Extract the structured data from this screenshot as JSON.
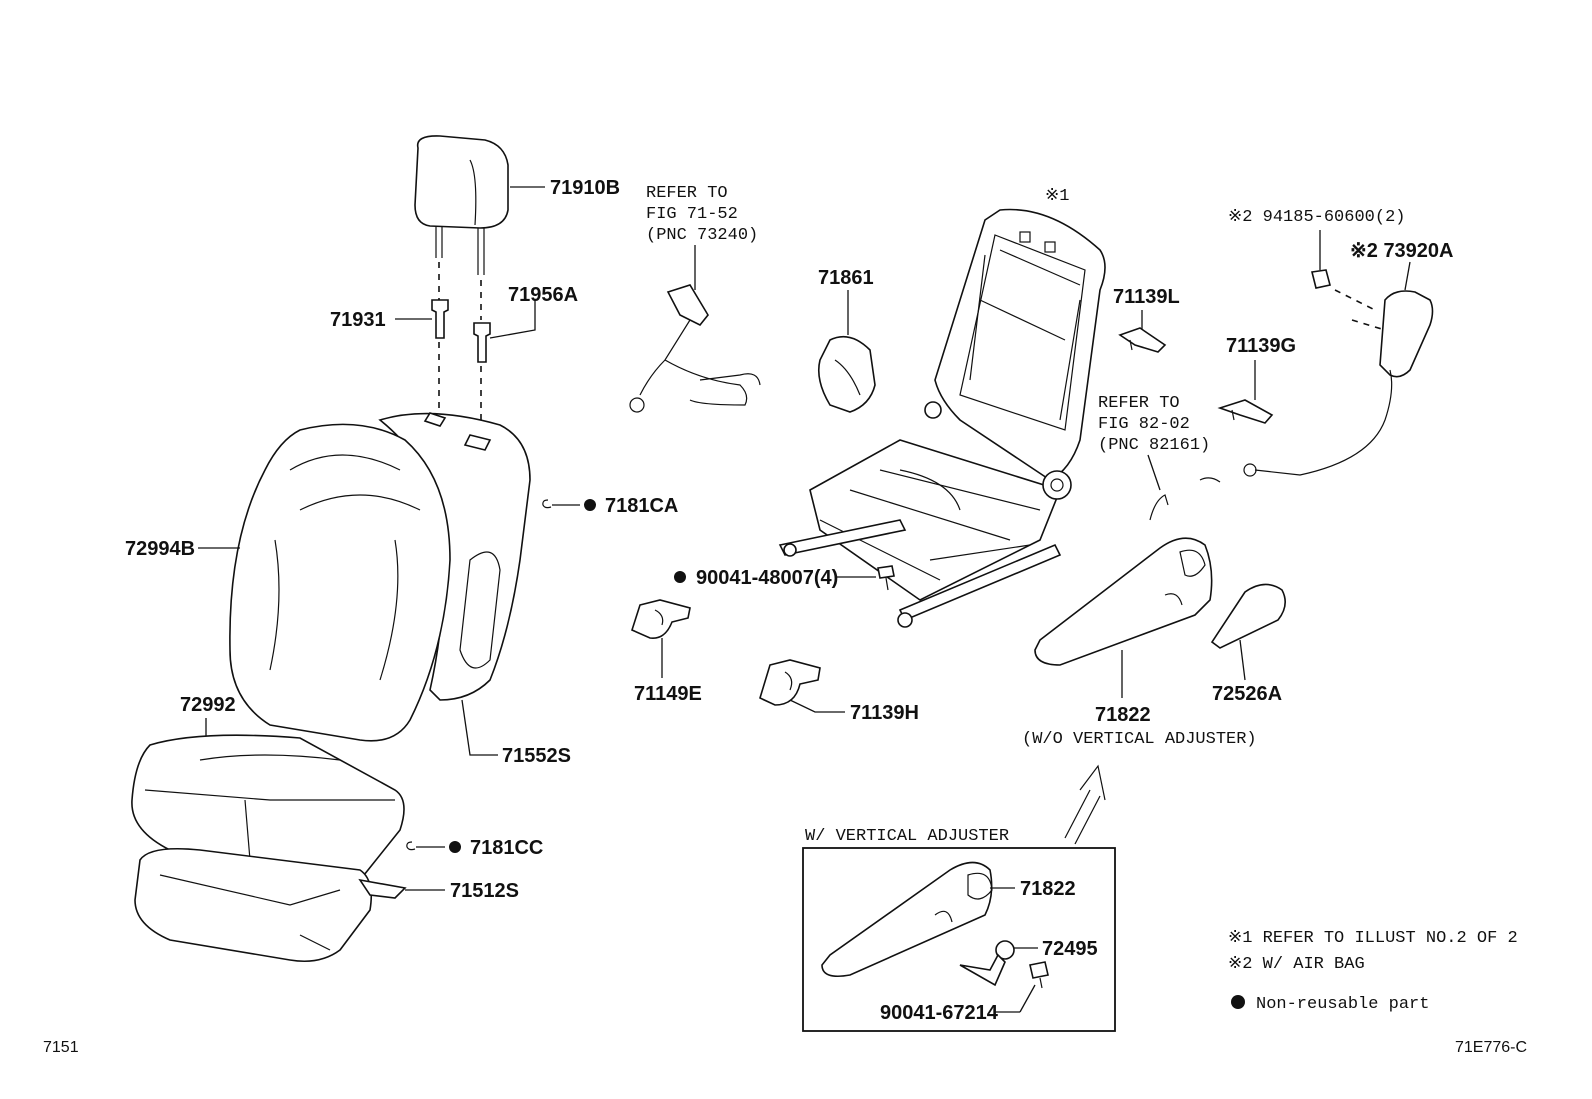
{
  "parts": {
    "p71910B": "71910B",
    "p71931": "71931",
    "p71956A": "71956A",
    "p7181CA": "7181CA",
    "p72994B": "72994B",
    "p72992": "72992",
    "p71552S": "71552S",
    "p7181CC": "7181CC",
    "p71512S": "71512S",
    "p71861": "71861",
    "p90041_48007": "90041-48007(4)",
    "p71149E": "71149E",
    "p71139H": "71139H",
    "p71139L": "71139L",
    "p71139G": "71139G",
    "p94185": "※2 94185-60600(2)",
    "p73920A": "※2 73920A",
    "p71822": "71822",
    "p71822_note": "(W/O VERTICAL ADJUSTER)",
    "p72526A": "72526A",
    "p71822_box": "71822",
    "p72495": "72495",
    "p90041_67214": "90041-67214",
    "frame_mark": "※1"
  },
  "refs": {
    "belt": [
      "REFER TO",
      "FIG 71-52",
      "(PNC 73240)"
    ],
    "wire": [
      "REFER TO",
      "FIG 82-02",
      "(PNC 82161)"
    ]
  },
  "inset": {
    "title": "W/ VERTICAL ADJUSTER"
  },
  "legend": {
    "note1": "※1 REFER TO ILLUST NO.2 OF 2",
    "note2": "※2 W/ AIR BAG",
    "note3": "Non-reusable part"
  },
  "footer": {
    "left": "7151",
    "right": "71E776-C"
  }
}
